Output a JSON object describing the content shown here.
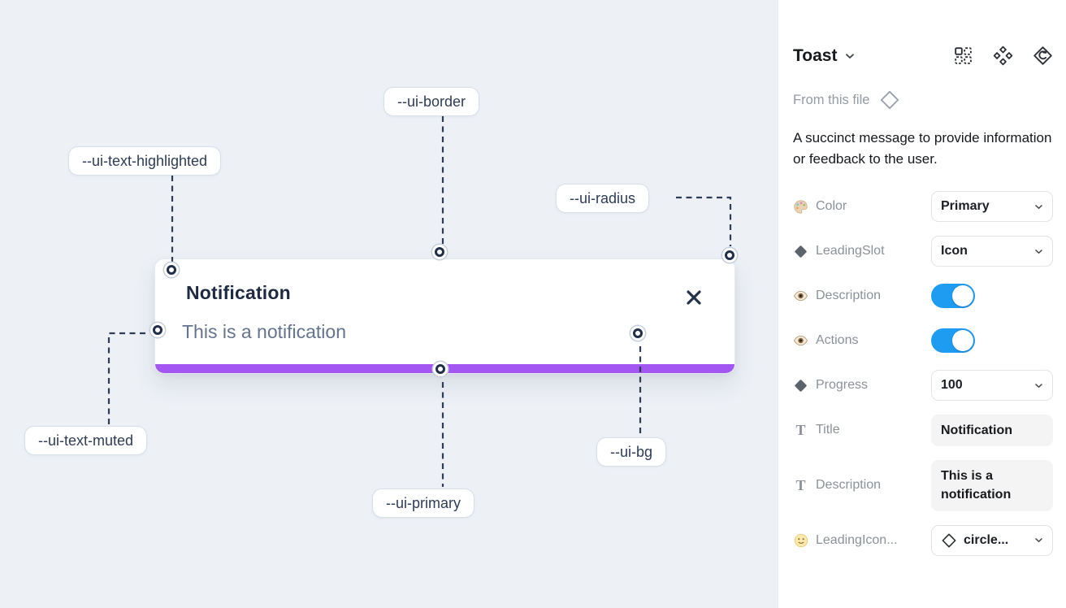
{
  "canvas": {
    "toast": {
      "title": "Notification",
      "description": "This is a notification"
    },
    "annotations": [
      {
        "text": "--ui-text-highlighted"
      },
      {
        "text": "--ui-border"
      },
      {
        "text": "--ui-radius"
      },
      {
        "text": "--ui-text-muted"
      },
      {
        "text": "--ui-primary"
      },
      {
        "text": "--ui-bg"
      }
    ],
    "colors": {
      "canvas_bg": "#edf1f6",
      "primary_bar": "#a356f2",
      "annotation_line": "#2e3c55",
      "title_text": "#1d2a42",
      "muted_text": "#64748f"
    }
  },
  "panel": {
    "title": "Toast",
    "source_label": "From this file",
    "description": "A succinct message to provide information or feedback to the user.",
    "properties": [
      {
        "label": "Color",
        "value": "Primary",
        "control": "dropdown",
        "icon": "palette-icon"
      },
      {
        "label": "LeadingSlot",
        "value": "Icon",
        "control": "dropdown",
        "icon": "diamond-icon"
      },
      {
        "label": "Description",
        "value": "on",
        "control": "toggle",
        "icon": "eye-icon"
      },
      {
        "label": "Actions",
        "value": "on",
        "control": "toggle",
        "icon": "eye-icon"
      },
      {
        "label": "Progress",
        "value": "100",
        "control": "dropdown",
        "icon": "diamond-icon"
      },
      {
        "label": "Title",
        "value": "Notification",
        "control": "textfield",
        "icon": "text-icon"
      },
      {
        "label": "Description",
        "value": "This is a notification",
        "control": "textfield",
        "icon": "text-icon"
      },
      {
        "label": "LeadingIcon...",
        "value": "circle...",
        "control": "dropdown",
        "icon": "smiley-icon"
      }
    ],
    "colors": {
      "toggle_on": "#1e9cf2"
    }
  }
}
